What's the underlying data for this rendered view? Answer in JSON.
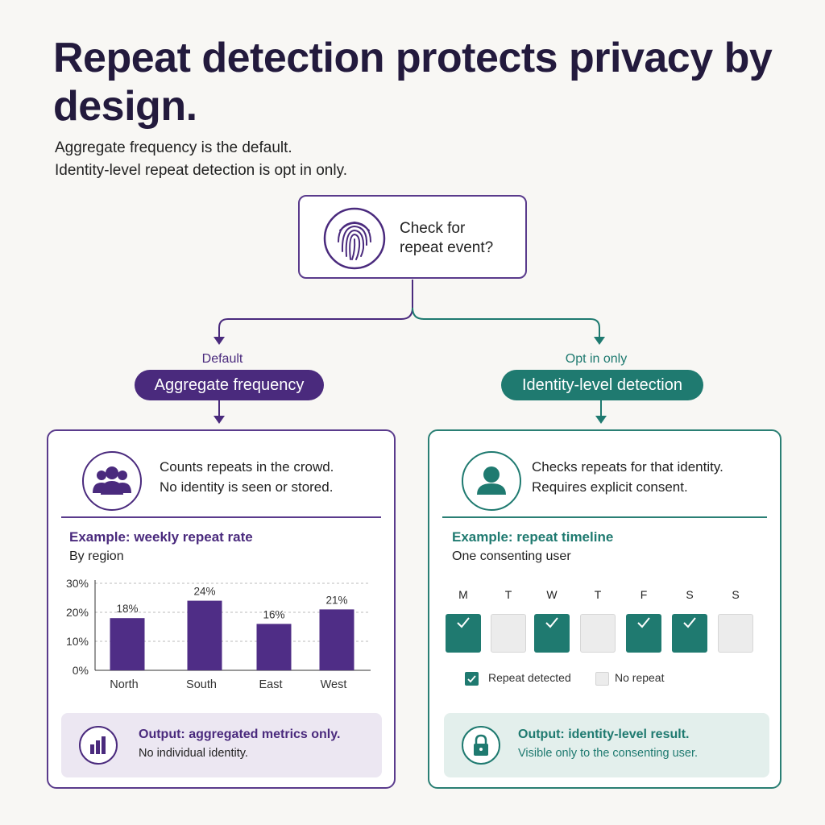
{
  "title": "Repeat detection protects privacy by design.",
  "subtitle": {
    "line1": "Aggregate frequency is the default.",
    "line2": "Identity-level repeat detection is opt in only."
  },
  "question": {
    "icon": "fingerprint-icon",
    "line1": "Check for",
    "line2": "repeat event?"
  },
  "left": {
    "label": "Default",
    "pill": "Aggregate frequency",
    "icon": "group-icon",
    "desc1": "Counts repeats in the crowd.",
    "desc2": "No identity is seen or stored.",
    "example_title": "Example:  weekly repeat rate",
    "example_sub": "By region",
    "output_icon": "bar-chart-icon",
    "output_title": "Output:  aggregated metrics only.",
    "output_sub": "No individual identity."
  },
  "right": {
    "label": "Opt in only",
    "pill": "Identity-level detection",
    "icon": "person-icon",
    "desc1": "Checks repeats for that identity.",
    "desc2": "Requires explicit consent.",
    "example_title": "Example: repeat timeline",
    "example_sub": "One consenting user",
    "days": [
      {
        "label": "M",
        "repeat": true
      },
      {
        "label": "T",
        "repeat": false
      },
      {
        "label": "W",
        "repeat": true
      },
      {
        "label": "T",
        "repeat": false
      },
      {
        "label": "F",
        "repeat": true
      },
      {
        "label": "S",
        "repeat": true
      },
      {
        "label": "S",
        "repeat": false
      }
    ],
    "legend_yes": "Repeat detected",
    "legend_no": "No repeat",
    "output_icon": "lock-icon",
    "output_title": "Output:  identity-level result.",
    "output_sub": "Visible only to the consenting user."
  },
  "colors": {
    "purple": "#4a2a7d",
    "purple_line": "#5a3b8c",
    "teal": "#1f7a70",
    "bar": "#4f2d86"
  },
  "chart_data": {
    "type": "bar",
    "categories": [
      "North",
      "South",
      "East",
      "West"
    ],
    "values": [
      18,
      24,
      16,
      21
    ],
    "value_labels": [
      "18%",
      "24%",
      "16%",
      "21%"
    ],
    "yticks": [
      "0%",
      "10%",
      "20%",
      "30%"
    ],
    "ylim": [
      0,
      30
    ],
    "grid": true
  }
}
